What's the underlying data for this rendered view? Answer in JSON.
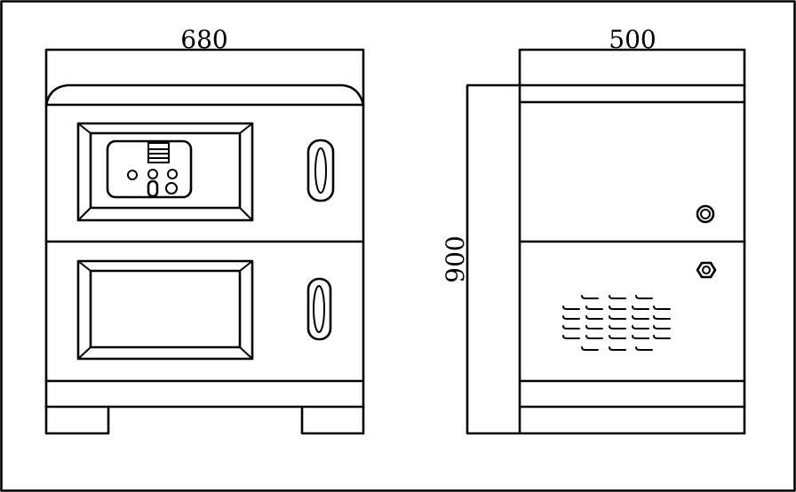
{
  "dimensions": {
    "front_width": "680",
    "side_depth": "500",
    "height": "900"
  },
  "colors": {
    "line": "#000000",
    "background": "#ffffff"
  }
}
